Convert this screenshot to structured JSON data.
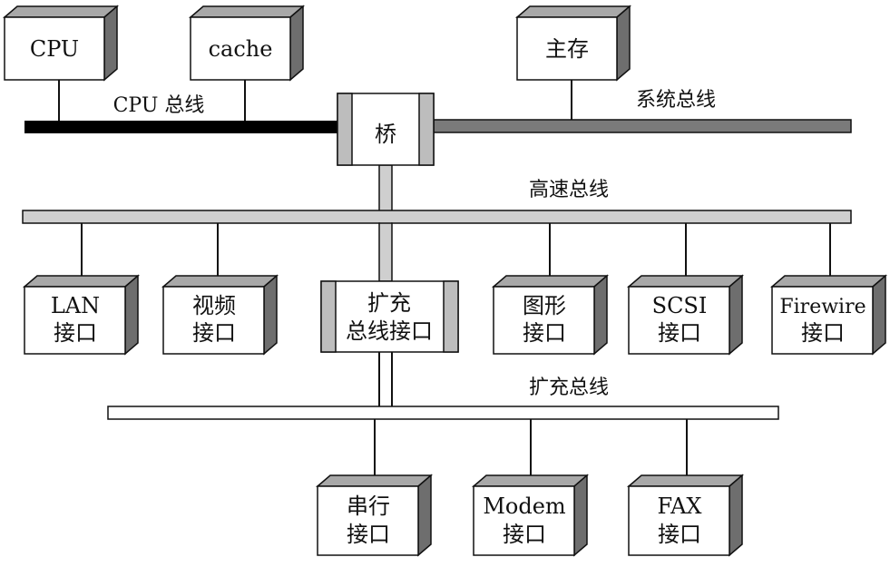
{
  "diagram": {
    "bus_labels": {
      "cpu_bus": "CPU 总线",
      "system_bus": "系统总线",
      "high_speed_bus": "高速总线",
      "expansion_bus": "扩充总线"
    },
    "boxes": {
      "cpu": [
        "CPU"
      ],
      "cache": [
        "cache"
      ],
      "main_memory": [
        "主存"
      ],
      "bridge": [
        "桥"
      ],
      "lan": [
        "LAN",
        "接口"
      ],
      "video": [
        "视频",
        "接口"
      ],
      "expansion_interface": [
        "扩充",
        "总线接口"
      ],
      "graphics": [
        "图形",
        "接口"
      ],
      "scsi": [
        "SCSI",
        "接口"
      ],
      "firewire": [
        "Firewire",
        "接口"
      ],
      "serial": [
        "串行",
        "接口"
      ],
      "modem": [
        "Modem",
        "接口"
      ],
      "fax": [
        "FAX",
        "接口"
      ]
    },
    "colors": {
      "cpu_bus": "#000000",
      "system_bus": "#7a7a7a",
      "high_speed_bus": "#cfcfcf",
      "expansion_bus": "#ffffff",
      "box_face": "#ffffff",
      "box_side": "#6e6e6e",
      "box_top": "#a8a8a8",
      "bridge_pillar": "#bdbdbd"
    }
  }
}
